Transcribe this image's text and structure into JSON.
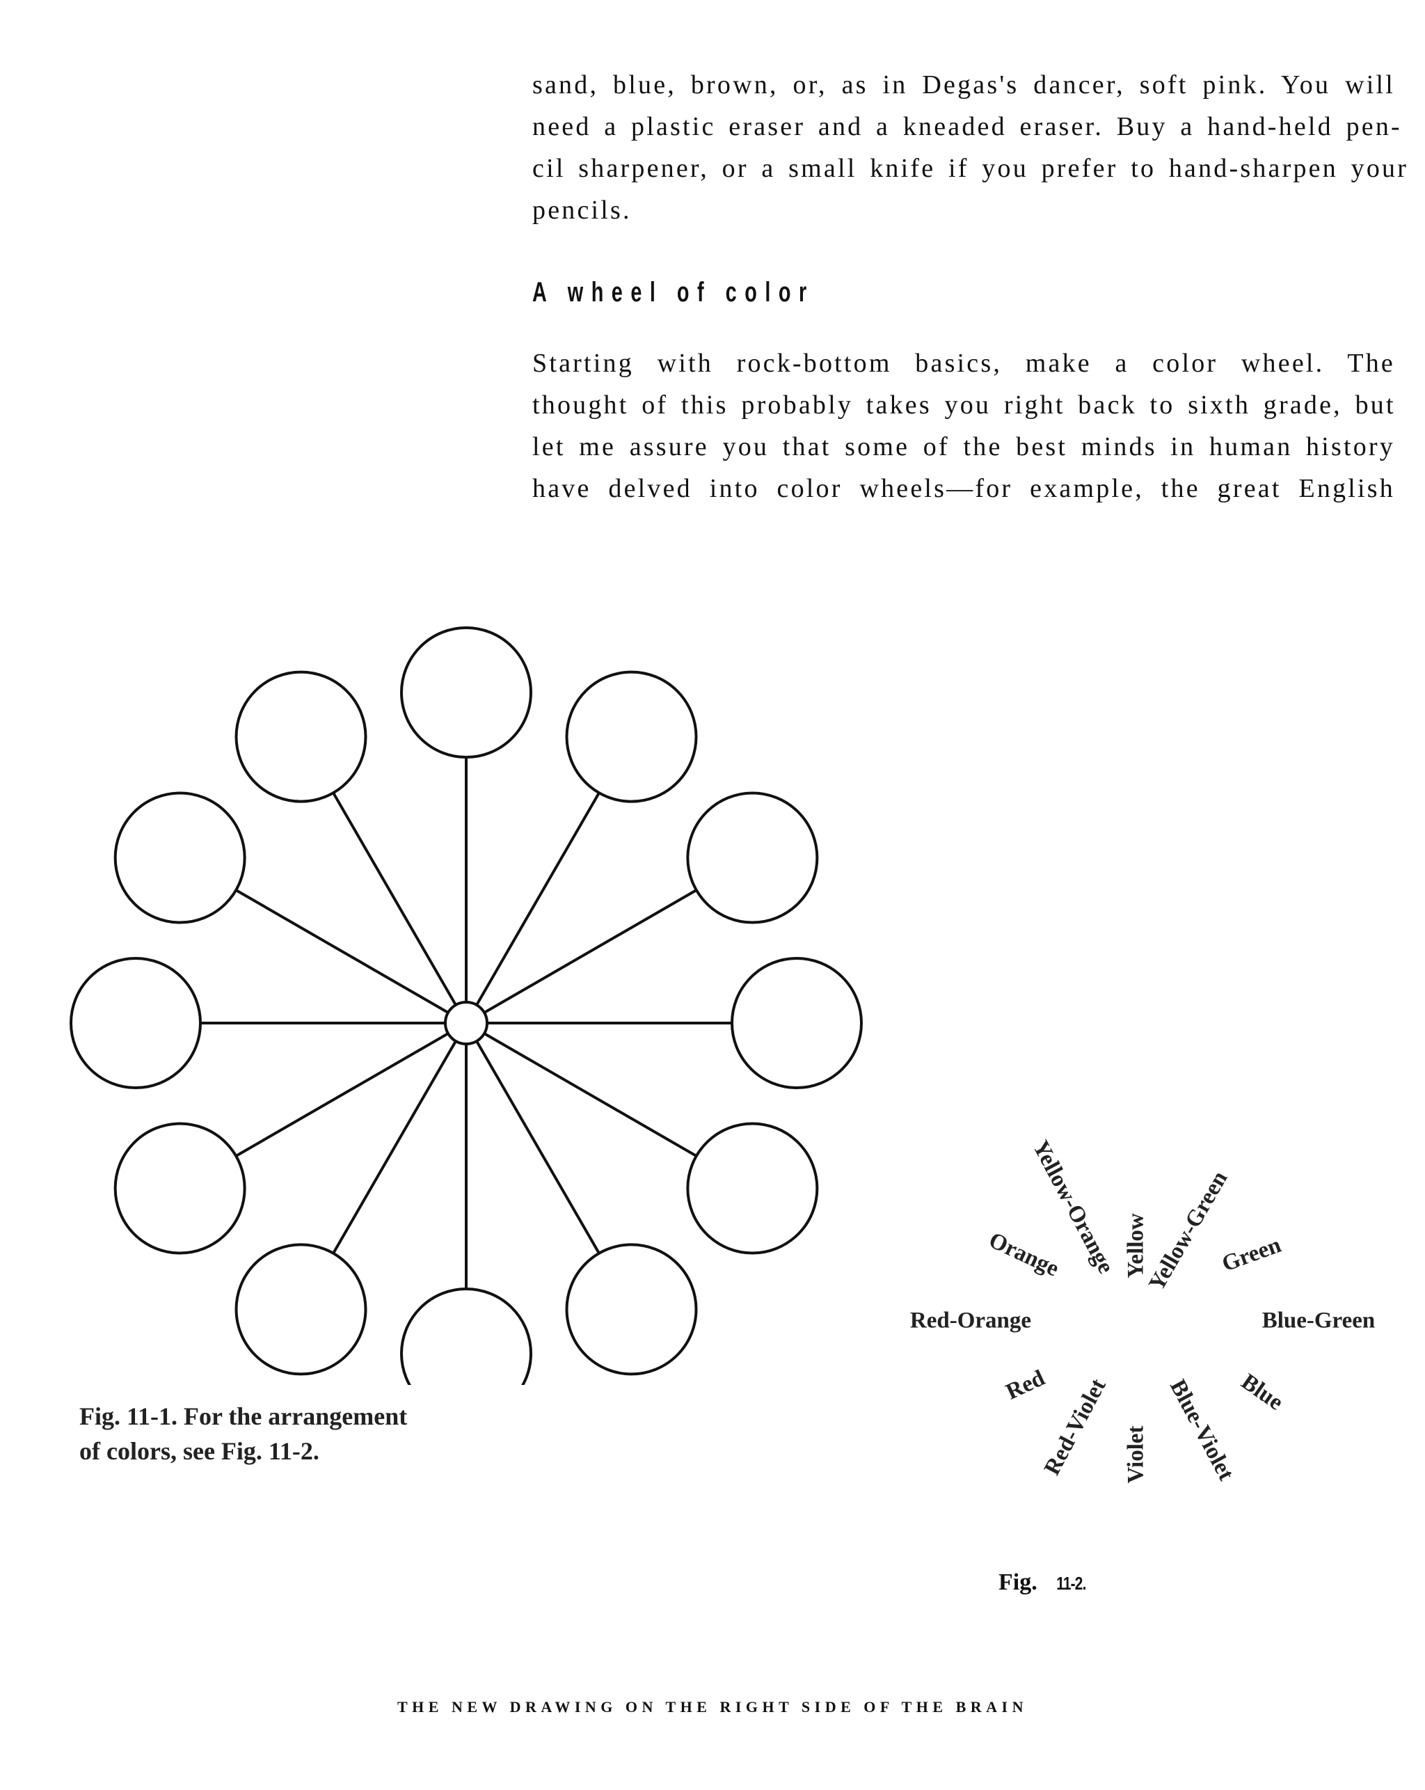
{
  "paragraph1": {
    "lines": [
      "sand, blue, brown, or, as in Degas's dancer, soft pink. You will",
      "need a plastic eraser and a kneaded eraser. Buy a hand-held pen-",
      "cil sharpener, or a small knife if you prefer to hand-sharpen your",
      "pencils."
    ]
  },
  "heading": "A wheel of color",
  "paragraph2": {
    "lines": [
      "Starting with rock-bottom basics, make a color wheel. The",
      "thought of this probably takes you right back to sixth grade, but",
      "let me assure you that some of the best minds in human history",
      "have delved into color wheels—for example, the great English"
    ]
  },
  "figure1": {
    "caption_line1": "Fig. 11-1. For the arrangement",
    "caption_line2": "of colors, see Fig. 11-2.",
    "spoke_count": 12
  },
  "figure2": {
    "labels": [
      "Yellow",
      "Yellow-Green",
      "Green",
      "Blue-Green",
      "Blue",
      "Blue-Violet",
      "Violet",
      "Red-Violet",
      "Red",
      "Red-Orange",
      "Orange",
      "Yellow-Orange"
    ],
    "caption_prefix": "Fig.",
    "caption_number": "11-2."
  },
  "footer": "THE NEW DRAWING ON THE RIGHT SIDE OF THE BRAIN"
}
